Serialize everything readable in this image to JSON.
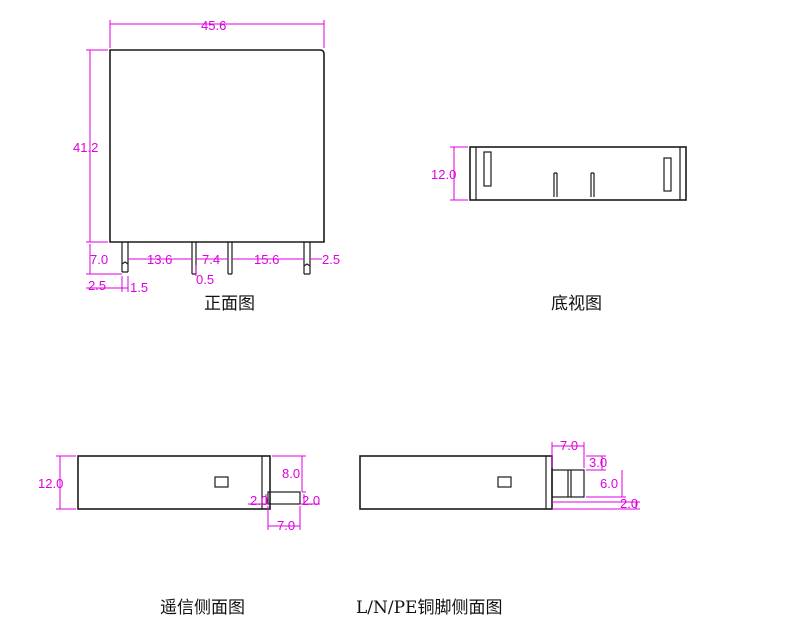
{
  "colors": {
    "outline": "#1a1a1a",
    "dimension": "#e000e0"
  },
  "front_view": {
    "caption": "正面图",
    "width": "45.6",
    "height": "41.2",
    "dim_pin_length": "7.0",
    "dim_pitch_1": "13.6",
    "dim_pitch_2": "7.4",
    "dim_pitch_3": "15.6",
    "dim_pin_right": "2.5",
    "dim_pin_thickness": "0.5",
    "dim_offset_left": "2.5",
    "dim_pin_width": "1.5"
  },
  "bottom_view": {
    "caption": "底视图",
    "depth": "12.0"
  },
  "signal_side_view": {
    "caption": "遥信侧面图",
    "depth": "12.0",
    "dim_height": "8.0",
    "dim_left": "2.0",
    "dim_right": "2.0",
    "dim_width": "7.0"
  },
  "power_side_view": {
    "caption": "L/N/PE铜脚侧面图",
    "dim_top": "7.0",
    "dim_upper": "3.0",
    "dim_mid": "6.0",
    "dim_bottom": "2.0"
  }
}
